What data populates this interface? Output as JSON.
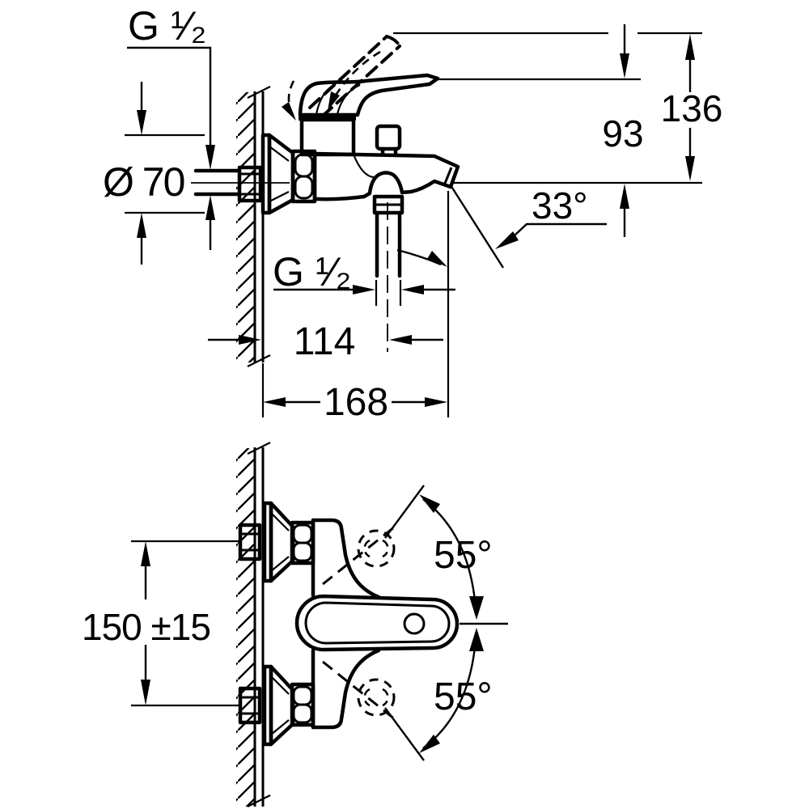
{
  "page": {
    "background": "#ffffff",
    "line_color": "#000000",
    "type": "technical-dimension-drawing",
    "subject": "wall-mounted single-lever bath mixer, side view (top) and front view (bottom)"
  },
  "labels": {
    "thread_supply": "G ¹⁄₂",
    "escutcheon_diameter": "Ø 70",
    "height_total": "136",
    "height_lever": "93",
    "spout_angle": "33°",
    "thread_shower": "G ¹⁄₂",
    "depth_shower_outlet": "114",
    "depth_total": "168",
    "connection_centres": "150 ±15",
    "swivel_angle_up": "55°",
    "swivel_angle_down": "55°"
  }
}
